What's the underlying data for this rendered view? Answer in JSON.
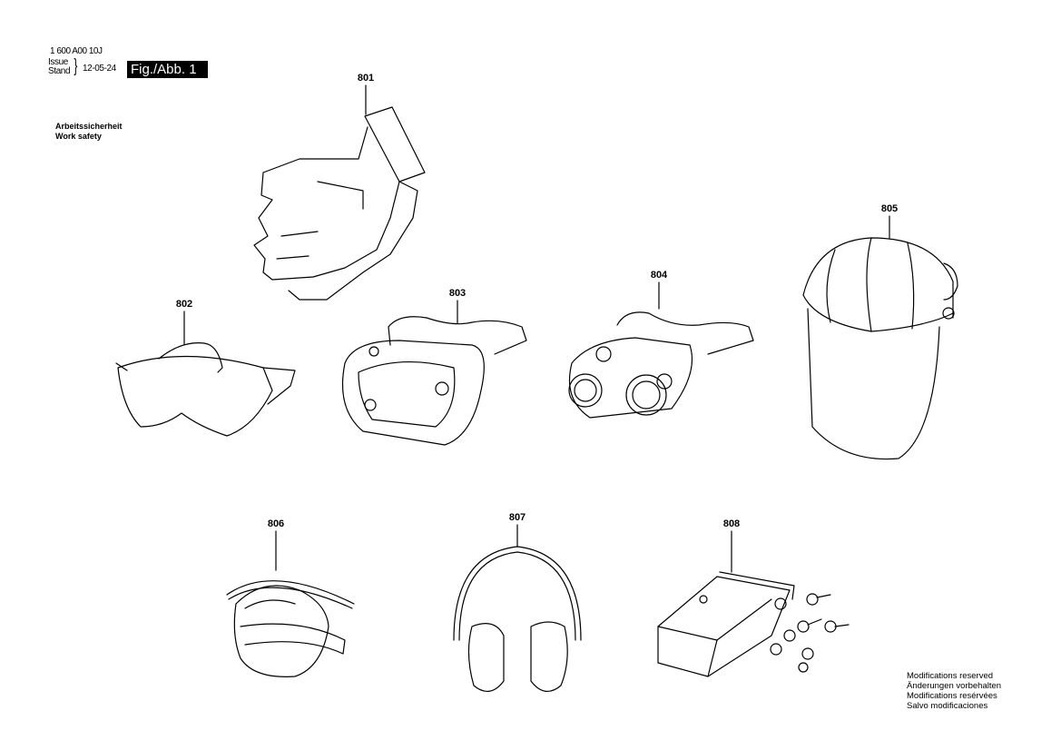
{
  "header": {
    "document_number": "1 600 A00 10J",
    "issue_label": "Issue",
    "stand_label": "Stand",
    "issue_date": "12-05-24",
    "figure_label": "Fig./Abb. 1"
  },
  "section_title": {
    "de": "Arbeitssicherheit",
    "en": "Work safety"
  },
  "parts": [
    {
      "number": "801",
      "icon": "gloves"
    },
    {
      "number": "802",
      "icon": "safety-glasses"
    },
    {
      "number": "803",
      "icon": "goggles"
    },
    {
      "number": "804",
      "icon": "welding-goggles"
    },
    {
      "number": "805",
      "icon": "face-shield"
    },
    {
      "number": "806",
      "icon": "dust-mask"
    },
    {
      "number": "807",
      "icon": "ear-muffs"
    },
    {
      "number": "808",
      "icon": "ear-plugs"
    }
  ],
  "footer": {
    "lines": [
      "Modifications reserved",
      "Änderungen vorbehalten",
      "Modifications resérvées",
      "Salvo modificaciones"
    ]
  }
}
